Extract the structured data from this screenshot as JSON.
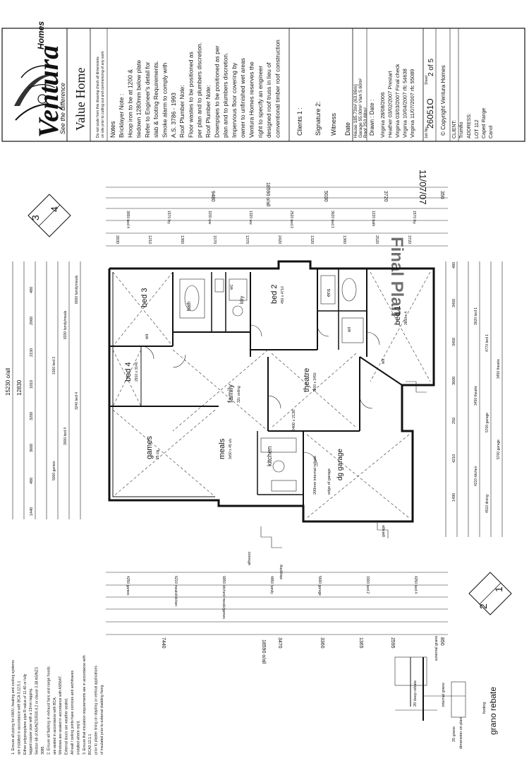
{
  "title_block": {
    "brand": "Ventura",
    "brand_top": "Homes",
    "tagline": "See the difference",
    "design": "Value Home",
    "disclaimer_1": "Do not scale from this drawing check all dimensions",
    "disclaimer_2": "on site prior to cutting out and commencing of any work",
    "notes_heading": "Notes",
    "notes": [
      "Bricklayer Note :",
      "Hoop iron to be at 1200 &",
      "tiedown 1280mm below plate",
      "Refer to Engineer's detail for",
      "slab & footing Requirements.",
      "Smoke alarm to comply with",
      "A.S. 3786 - 1993",
      "Roof Plumber Note:",
      "Floor wastes to be positioned as",
      "per plan and to plumbers discretion.",
      "Roof Plumber Note:",
      "Downpipes to be positioned as per",
      "plan and to plumbers discretion.",
      "Impervious floor covering by",
      "owner to unfinished wet areas",
      "Ventura Homes reserves the",
      "right to specify an engineer",
      "designed roof truss in lieu of",
      "conventional timber roof construction"
    ],
    "clients_label": "Clients 1 :",
    "signature_label": "Signature 2:",
    "witness_label": "Witness",
    "date_label": "Date",
    "areas": [
      "House 185.73m² (63.96m)",
      "Garage 55.00m² Vlah 5.60m²",
      "Roof 253.88m²"
    ],
    "drawn_label": "Drawn : Date :",
    "revisions": [
      "Virginia 28/08/2006",
      "Heather 03/02/2007 Prestart",
      "Virginia 03/03/2007 Final check",
      "Virginia 10/04/2007 rfc 54638",
      "Virginia 11/07/2007 rfc 55089"
    ],
    "job_no_label": "Job No:",
    "job_no": "26051O",
    "sheet_label": "Sheet :",
    "sheet": "2 of 5",
    "copyright": "© Copyright Ventura Homes",
    "client_label": "CLIENT:",
    "client": "Trumfio",
    "address_label": "ADDRESS:",
    "address_lines": [
      "LOT 112",
      "Caped Range",
      "Canol"
    ]
  },
  "stamp": {
    "text": "Final Plan",
    "date": "11/07/07"
  },
  "section_marks": {
    "top": {
      "top": "3",
      "bottom": "4"
    },
    "bottom": {
      "top": "2",
      "bottom": "1"
    }
  },
  "overall_dims": {
    "length": "18590 o/all",
    "length_bottom": "18590 o/all",
    "width": "15230 o/all",
    "width_sub": "12830"
  },
  "top_dims": {
    "segments": [
      "9480",
      "5030",
      "3720",
      "350"
    ],
    "row2": [
      "2830",
      "1210",
      "1360",
      "1570",
      "1370",
      "2420",
      "1320",
      "1360",
      "2520",
      "3720"
    ],
    "labels": [
      "3650 bed 4",
      "1570 lhy",
      "1150 ww",
      "1320 ww",
      "2520 bed 2",
      "3620 bed 1",
      "1220 bath",
      "1570 lhy"
    ]
  },
  "bottom_dims": {
    "segments": [
      "7440",
      "3470",
      "3360",
      "1365",
      "2595",
      "850"
    ],
    "labels": [
      "4250 games",
      "6210 meals/kitchen",
      "9950 kitchen/ meals/games",
      "4850 family",
      "5690 garage",
      "3300 bed 2",
      "4250 bed 4"
    ]
  },
  "left_dims": {
    "segments": [
      "1440",
      "480",
      "3600",
      "3200",
      "1810",
      "2150",
      "2060",
      "480"
    ],
    "labels": [
      "5000 games",
      "3000 bed 4",
      "3240 bed 4",
      "3160 bed 3",
      "8330 family/meals",
      "8000 family/meals"
    ]
  },
  "right_dims": {
    "segments": [
      "480",
      "3450",
      "3450",
      "3600",
      "250",
      "4210",
      "1490"
    ],
    "labels": [
      "3620 bed 1",
      "4770 bed 1",
      "3450 theatre",
      "3450 theatre",
      "5700 garage",
      "5700 garage",
      "4210 kitchen",
      "4510 dining"
    ]
  },
  "rooms": [
    {
      "name": "bed 3",
      "ceiling": ""
    },
    {
      "name": "bed 4",
      "ceiling": "2910 x 3140"
    },
    {
      "name": "games",
      "ceiling": "25 clg"
    },
    {
      "name": "meals",
      "ceiling": "3x50 x 45 s/c"
    },
    {
      "name": "kitchen",
      "ceiling": ""
    },
    {
      "name": "family",
      "ceiling": "32c ceiling"
    },
    {
      "name": "theatre",
      "ceiling": "3800 x 3450"
    },
    {
      "name": "bed 2",
      "ceiling": "450 x 4710"
    },
    {
      "name": "bed 1",
      "ceiling": "3850 x 4"
    },
    {
      "name": "dg garage",
      "ceiling": ""
    },
    {
      "name": "bath",
      "ceiling": ""
    },
    {
      "name": "ens",
      "ceiling": ""
    },
    {
      "name": "ldry",
      "ceiling": ""
    },
    {
      "name": "wc",
      "ceiling": ""
    },
    {
      "name": "wir",
      "ceiling": ""
    },
    {
      "name": "wil",
      "ceiling": ""
    },
    {
      "name": "w/r",
      "ceiling": ""
    }
  ],
  "plan_notes": [
    "alfresco",
    "stepping",
    "garage",
    "200mm internal rebate",
    "edge of garage",
    "2400 x 2130"
  ],
  "footer_notes": [
    "1. Ensure all piping for HWU, heating and cooling systems",
    "are installed in accordance with BCA 3.12.5.1",
    "Either polypropylene pipe R-value of 11.40 or fully",
    "lagged copper pipe with a 13mm lagging.",
    "Section 68 of AS/NZS3500.4.2 or clause 3.38 AS/NZ3",
    "3085.",
    "2. Ensure all flashing in exhaust fans and range hoods",
    "are sealed in accordance with BCA.",
    "Windows are sealed in accordance with AS5647.",
    "External doors are weather sealed.",
    "All wall / ceiling joints have cornices and architraves",
    "installed where req'd.",
    "3. Ensure that insulation requirements are in accordance with",
    "BCA3.12.1.1",
    "prior to plaster lining on stapling or vertical applications",
    "of insulated prior to external cladding fixing."
  ],
  "detail": {
    "title": "grano rebate",
    "labels": [
      "20 deep rebate",
      "external grano",
      "25 grano",
      "dimension on plan",
      "footing",
      "internal grano"
    ]
  }
}
